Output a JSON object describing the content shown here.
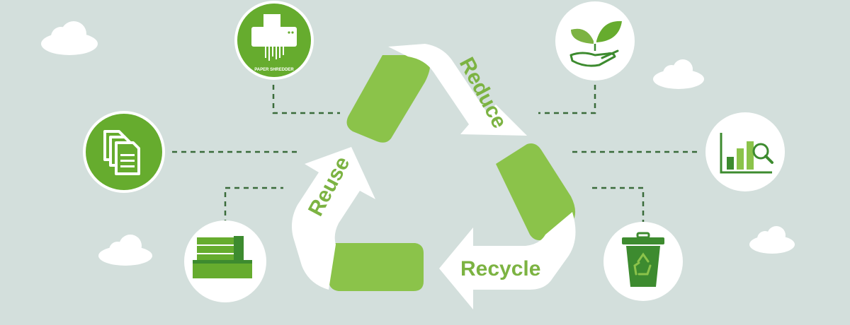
{
  "cycle": {
    "labels": {
      "reduce": "Reduce",
      "recycle": "Recycle",
      "reuse": "Reuse"
    }
  },
  "icons": {
    "paper_shredder": {
      "caption": "PAPER SHREDDER",
      "icon": "paper-shredder-icon"
    },
    "documents": {
      "icon": "documents-icon"
    },
    "building": {
      "icon": "building-icon"
    },
    "plant_hand": {
      "icon": "plant-hand-icon"
    },
    "chart_search": {
      "icon": "chart-search-icon"
    },
    "recycle_bin": {
      "icon": "recycle-bin-icon"
    }
  },
  "colors": {
    "background": "#d3dfdc",
    "green": "#8bc34a",
    "dark_green": "#5a9e1f",
    "icon_dark": "#3d8b2f",
    "white": "#ffffff",
    "dash": "#3a6b3a"
  }
}
